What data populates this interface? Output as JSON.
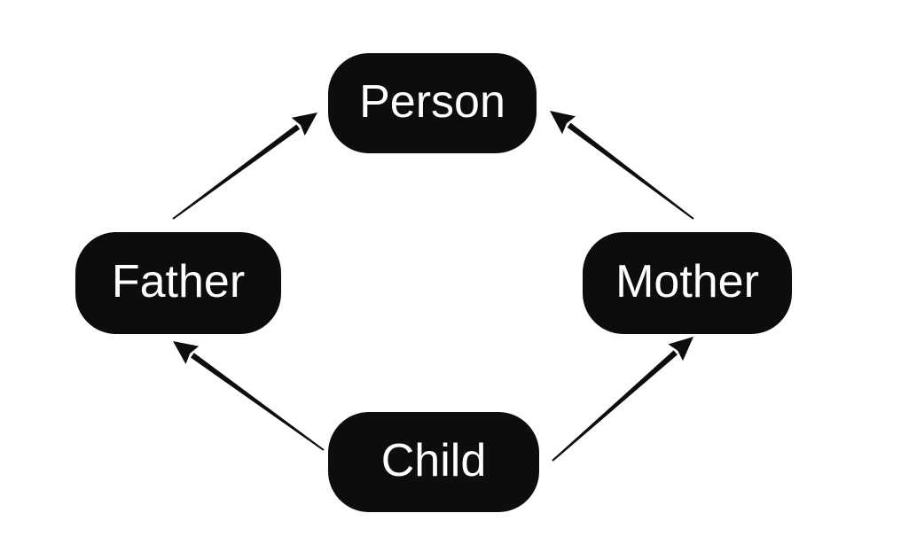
{
  "diagram": {
    "type": "node-link-diagram",
    "nodes": [
      {
        "id": "person",
        "label": "Person"
      },
      {
        "id": "father",
        "label": "Father"
      },
      {
        "id": "mother",
        "label": "Mother"
      },
      {
        "id": "child",
        "label": "Child"
      }
    ],
    "edges": [
      {
        "from": "father",
        "to": "person"
      },
      {
        "from": "mother",
        "to": "person"
      },
      {
        "from": "child",
        "to": "father"
      },
      {
        "from": "child",
        "to": "mother"
      }
    ],
    "colors": {
      "node_fill": "#0d0d0d",
      "node_text": "#ffffff",
      "arrow": "#0d0d0d",
      "background": "#ffffff"
    }
  }
}
